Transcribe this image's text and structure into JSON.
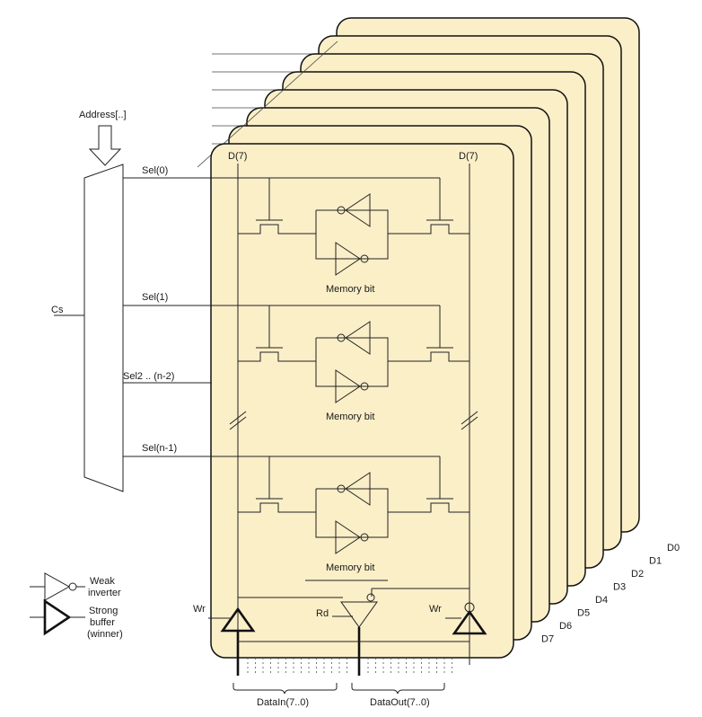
{
  "colors": {
    "plane_fill": "#fbefc8",
    "plane_stroke": "#111111",
    "line": "#222222"
  },
  "address": {
    "label": "Address[..]"
  },
  "decoder": {
    "cs_label": "Cs",
    "sel0": "Sel(0)",
    "sel1": "Sel(1)",
    "sel_mid": "Sel2 .. (n-2)",
    "sel_last": "Sel(n-1)"
  },
  "bitlines": {
    "left": "D(7)",
    "right": "D(7)"
  },
  "memory_bit_label": "Memory bit",
  "planes": [
    "D0",
    "D1",
    "D2",
    "D3",
    "D4",
    "D5",
    "D6",
    "D7"
  ],
  "controls": {
    "wr_left": "Wr",
    "rd": "Rd",
    "wr_right": "Wr"
  },
  "buses": {
    "data_in": "DataIn(7..0)",
    "data_out": "DataOut(7..0)"
  },
  "legend": {
    "weak_label_1": "Weak",
    "weak_label_2": "inverter",
    "strong_label_1": "Strong",
    "strong_label_2": "buffer",
    "strong_label_3": "(winner)"
  }
}
